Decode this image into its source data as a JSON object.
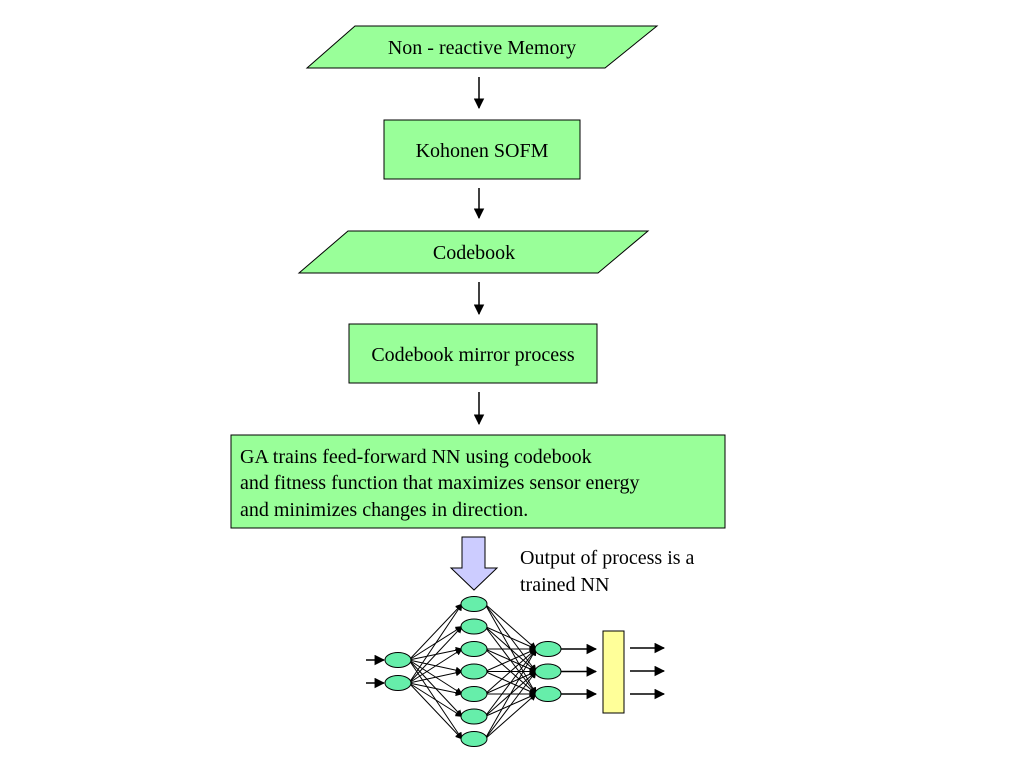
{
  "flowchart": {
    "steps": [
      {
        "label": "Non - reactive Memory"
      },
      {
        "label": "Kohonen SOFM"
      },
      {
        "label": "Codebook"
      },
      {
        "label": "Codebook mirror process"
      },
      {
        "lines": [
          "GA trains feed-forward NN using codebook",
          "and fitness function that maximizes sensor energy",
          "and minimizes changes in direction."
        ]
      }
    ],
    "note": {
      "lines": [
        "Output of process is a",
        "trained NN"
      ]
    }
  },
  "network": {
    "input_nodes": 2,
    "hidden_nodes": 7,
    "output_nodes": 3,
    "output_lines": 3
  },
  "colors": {
    "shape_fill": "#99ff99",
    "node_fill": "#66eeaa",
    "big_arrow_fill": "#ccccff",
    "output_box_fill": "#ffff99",
    "stroke": "#000000"
  }
}
